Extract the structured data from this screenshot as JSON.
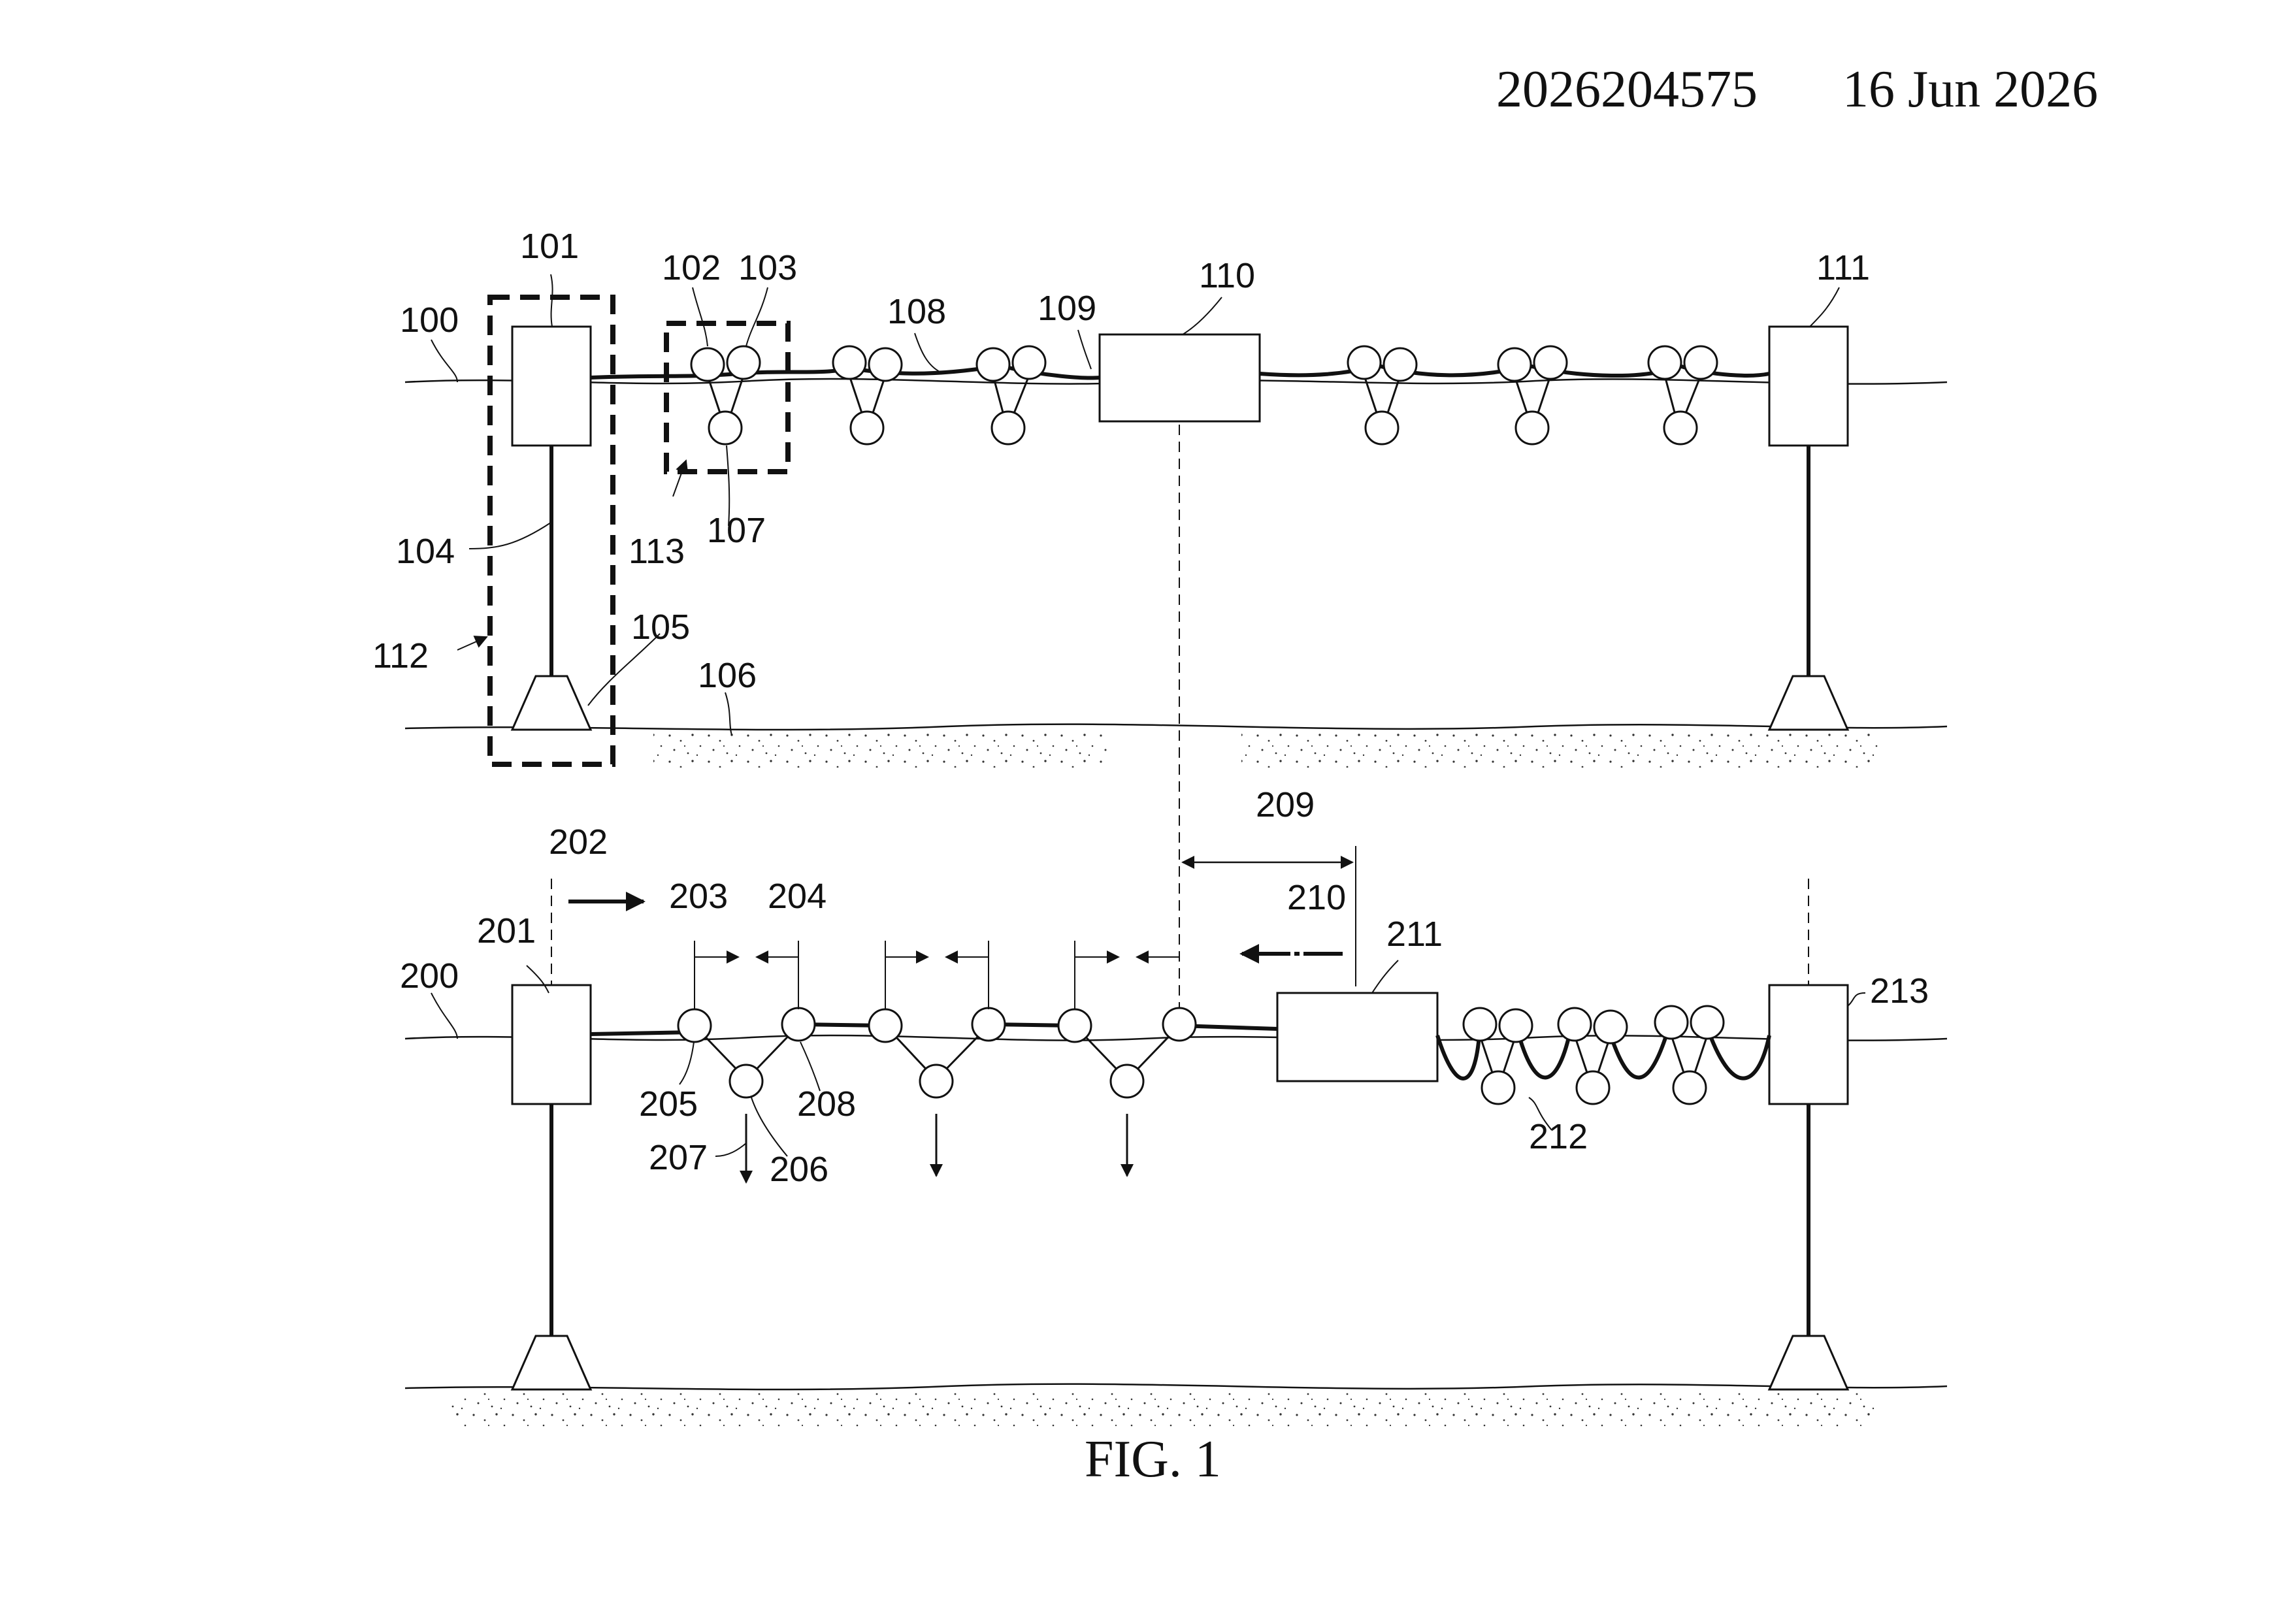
{
  "header": {
    "publication_number": "2026204575",
    "publication_date": "16 Jun 2026"
  },
  "figure": {
    "caption": "FIG. 1",
    "labels": {
      "l100": "100",
      "l101": "101",
      "l102": "102",
      "l103": "103",
      "l104": "104",
      "l105": "105",
      "l106": "106",
      "l107": "107",
      "l108": "108",
      "l109": "109",
      "l110": "110",
      "l111": "111",
      "l112": "112",
      "l113": "113",
      "l200": "200",
      "l201": "201",
      "l202": "202",
      "l203": "203",
      "l204": "204",
      "l205": "205",
      "l206": "206",
      "l207": "207",
      "l208": "208",
      "l209": "209",
      "l210": "210",
      "l211": "211",
      "l212": "212",
      "l213": "213"
    }
  },
  "colors": {
    "ink": "#111111",
    "paper": "#ffffff"
  }
}
